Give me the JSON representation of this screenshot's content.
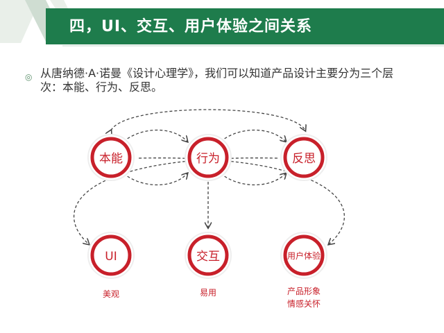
{
  "title": "四，UI、交互、用户体验之间关系",
  "intro": {
    "bullet": "◎",
    "text": "从唐纳德·A·诺曼《设计心理学》，我们可以知道产品设计主要分为三个层次：本能、行为、反思。"
  },
  "diagram": {
    "top_nodes": [
      "本能",
      "行为",
      "反思"
    ],
    "bottom_nodes": [
      "UI",
      "交互",
      "用户体验"
    ],
    "captions": {
      "ui": "美观",
      "interaction": "易用",
      "ux_line1": "产品形象",
      "ux_line2": "情感关怀"
    }
  },
  "colors": {
    "accent_red": "#c8202a",
    "title_green": "#1e7c4c",
    "dash_gray": "#444444"
  }
}
